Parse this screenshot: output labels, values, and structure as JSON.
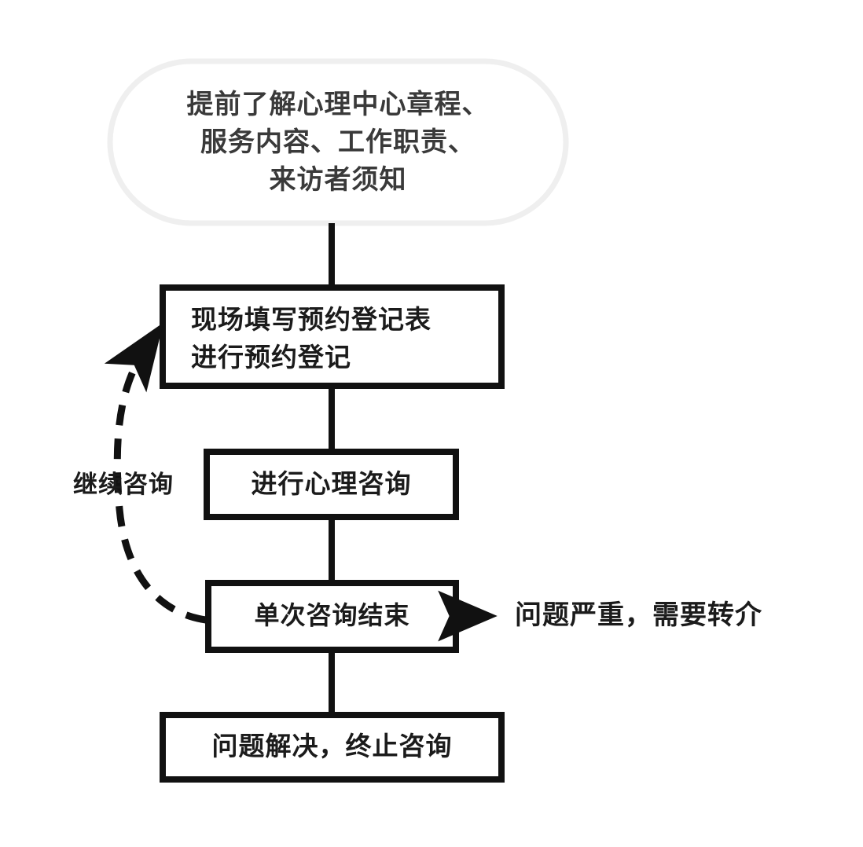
{
  "diagram": {
    "title_node": {
      "id": "intro",
      "shape": "rounded-rectangle",
      "text": "提前了解心理中心章程、\n服务内容、工作职责、\n来访者须知"
    },
    "nodes": [
      {
        "id": "register",
        "shape": "rectangle",
        "text": "现场填写预约登记表\n进行预约登记"
      },
      {
        "id": "counseling",
        "shape": "rectangle",
        "text": "进行心理咨询"
      },
      {
        "id": "session-end",
        "shape": "rectangle",
        "text": "单次咨询结束"
      },
      {
        "id": "resolved",
        "shape": "rectangle",
        "text": "问题解决，终止咨询"
      }
    ],
    "edge_labels": {
      "referral": "问题严重，需要转介",
      "continue": "继续咨询"
    },
    "edges": [
      {
        "from": "intro",
        "to": "register",
        "style": "solid",
        "arrow": false
      },
      {
        "from": "register",
        "to": "counseling",
        "style": "solid",
        "arrow": false
      },
      {
        "from": "counseling",
        "to": "session-end",
        "style": "solid",
        "arrow": false
      },
      {
        "from": "session-end",
        "to": "resolved",
        "style": "solid",
        "arrow": false
      },
      {
        "from": "session-end",
        "to": "referral",
        "style": "solid",
        "arrow": true
      },
      {
        "from": "session-end",
        "to": "register",
        "style": "dashed",
        "arrow": true,
        "label": "继续咨询"
      }
    ],
    "colors": {
      "stroke": "#111111",
      "text": "#1b1b1b",
      "intro_stroke": "#eeeeee",
      "background": "#ffffff"
    }
  }
}
